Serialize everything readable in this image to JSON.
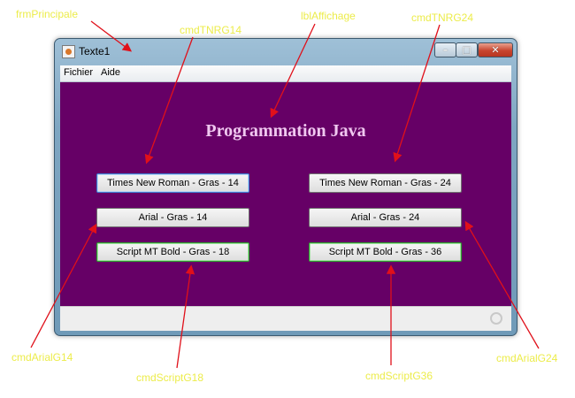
{
  "annotations": {
    "frm_principale": "frmPrincipale",
    "cmd_tnrg14": "cmdTNRG14",
    "lbl_affichage": "lblAffichage",
    "cmd_tnrg24": "cmdTNRG24",
    "cmd_arial_g14": "cmdArialG14",
    "cmd_script_g18": "cmdScriptG18",
    "cmd_script_g36": "cmdScriptG36",
    "cmd_arial_g24": "cmdArialG24"
  },
  "window": {
    "title": "Texte1",
    "controls": {
      "minimize_icon": "minimize-icon",
      "maximize_icon": "maximize-icon",
      "close_icon": "close-icon"
    }
  },
  "menu": {
    "items": [
      {
        "label": "Fichier"
      },
      {
        "label": "Aide"
      }
    ]
  },
  "content": {
    "heading": "Programmation Java",
    "background": "#660066",
    "heading_color": "#f0c8f0"
  },
  "buttons": [
    {
      "label": "Times New Roman - Gras - 14"
    },
    {
      "label": "Times New Roman - Gras - 24"
    },
    {
      "label": "Arial - Gras - 14"
    },
    {
      "label": "Arial - Gras - 24"
    },
    {
      "label": "Script MT Bold - Gras - 18"
    },
    {
      "label": "Script MT Bold - Gras - 36"
    }
  ],
  "colors": {
    "annotation_text": "#ecec4a",
    "annotation_arrow": "#e0101a"
  }
}
